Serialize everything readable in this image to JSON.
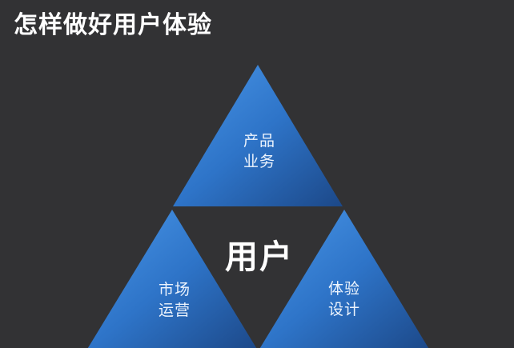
{
  "slide": {
    "title": "怎样做好用户体验",
    "background_color": "#323234",
    "title_color": "#ffffff"
  },
  "diagram": {
    "type": "triad-pyramid",
    "center_label": "用户",
    "label_color": "#edf4fd",
    "triangle_gradient": {
      "light": "#4a97e8",
      "mid": "#2e74c8",
      "dark": "#1c4888"
    },
    "triangles": [
      {
        "name": "product-business",
        "position": "top",
        "lines": [
          "产品",
          "业务"
        ]
      },
      {
        "name": "market-operations",
        "position": "bottom-left",
        "lines": [
          "市场",
          "运营"
        ]
      },
      {
        "name": "experience-design",
        "position": "bottom-right",
        "lines": [
          "体验",
          "设计"
        ]
      }
    ]
  }
}
